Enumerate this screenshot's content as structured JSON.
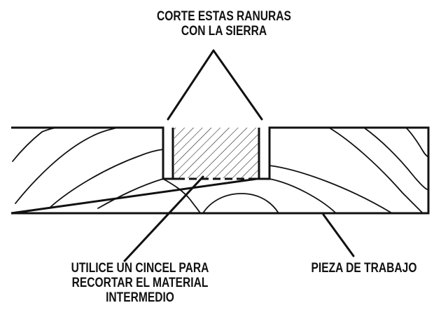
{
  "labels": {
    "saw_grooves": {
      "line1": "CORTE ESTAS RANURAS",
      "line2": "CON LA SIERRA"
    },
    "chisel": {
      "line1": "UTILICE UN CINCEL PARA",
      "line2": "RECORTAR EL MATERIAL",
      "line3": "INTERMEDIO"
    },
    "workpiece": {
      "line1": "PIEZA DE TRABAJO"
    }
  },
  "colors": {
    "ink": "#111111",
    "background": "#ffffff"
  }
}
